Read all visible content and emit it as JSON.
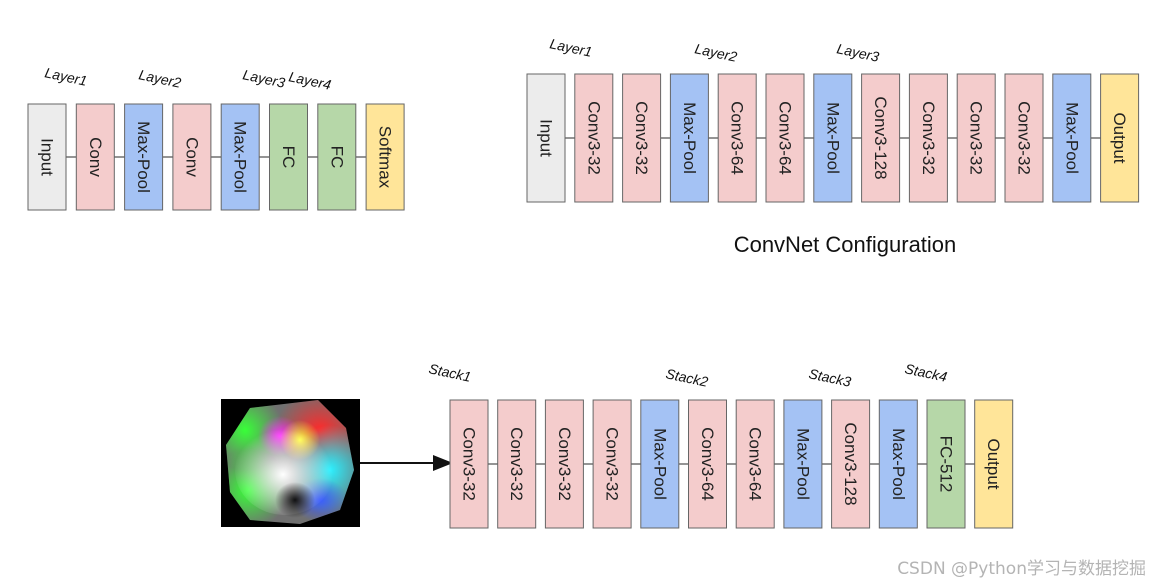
{
  "colors": {
    "input": "#ececec",
    "conv": "#f4cccc",
    "pool": "#a4c2f4",
    "fc": "#b6d7a8",
    "softmax": "#ffe599",
    "output": "#ffe599",
    "border": "#666666",
    "line": "#555555"
  },
  "diagram1": {
    "blocks": [
      {
        "label": "Input",
        "kind": "input"
      },
      {
        "label": "Conv",
        "kind": "conv"
      },
      {
        "label": "Max-Pool",
        "kind": "pool"
      },
      {
        "label": "Conv",
        "kind": "conv"
      },
      {
        "label": "Max-Pool",
        "kind": "pool"
      },
      {
        "label": "FC",
        "kind": "fc"
      },
      {
        "label": "FC",
        "kind": "fc"
      },
      {
        "label": "Softmax",
        "kind": "softmax"
      }
    ],
    "tags": [
      "Layer1",
      "Layer2",
      "Layer3",
      "Layer4"
    ]
  },
  "diagram2": {
    "blocks": [
      {
        "label": "Input",
        "kind": "input"
      },
      {
        "label": "Conv3-32",
        "kind": "conv"
      },
      {
        "label": "Conv3-32",
        "kind": "conv"
      },
      {
        "label": "Max-Pool",
        "kind": "pool"
      },
      {
        "label": "Conv3-64",
        "kind": "conv"
      },
      {
        "label": "Conv3-64",
        "kind": "conv"
      },
      {
        "label": "Max-Pool",
        "kind": "pool"
      },
      {
        "label": "Conv3-128",
        "kind": "conv"
      },
      {
        "label": "Conv3-32",
        "kind": "conv"
      },
      {
        "label": "Conv3-32",
        "kind": "conv"
      },
      {
        "label": "Conv3-32",
        "kind": "conv"
      },
      {
        "label": "Max-Pool",
        "kind": "pool"
      },
      {
        "label": "Output",
        "kind": "output"
      }
    ],
    "tags": [
      "Layer1",
      "Layer2",
      "Layer3"
    ],
    "caption": "ConvNet Configuration"
  },
  "diagram3": {
    "blocks": [
      {
        "label": "Conv3-32",
        "kind": "conv"
      },
      {
        "label": "Conv3-32",
        "kind": "conv"
      },
      {
        "label": "Conv3-32",
        "kind": "conv"
      },
      {
        "label": "Conv3-32",
        "kind": "conv"
      },
      {
        "label": "Max-Pool",
        "kind": "pool"
      },
      {
        "label": "Conv3-64",
        "kind": "conv"
      },
      {
        "label": "Conv3-64",
        "kind": "conv"
      },
      {
        "label": "Max-Pool",
        "kind": "pool"
      },
      {
        "label": "Conv3-128",
        "kind": "conv"
      },
      {
        "label": "Max-Pool",
        "kind": "pool"
      },
      {
        "label": "FC-512",
        "kind": "fc"
      },
      {
        "label": "Output",
        "kind": "output"
      }
    ],
    "tags": [
      "Stack1",
      "Stack2",
      "Stack3",
      "Stack4"
    ]
  },
  "watermark": "CSDN @Python学习与数据挖掘"
}
